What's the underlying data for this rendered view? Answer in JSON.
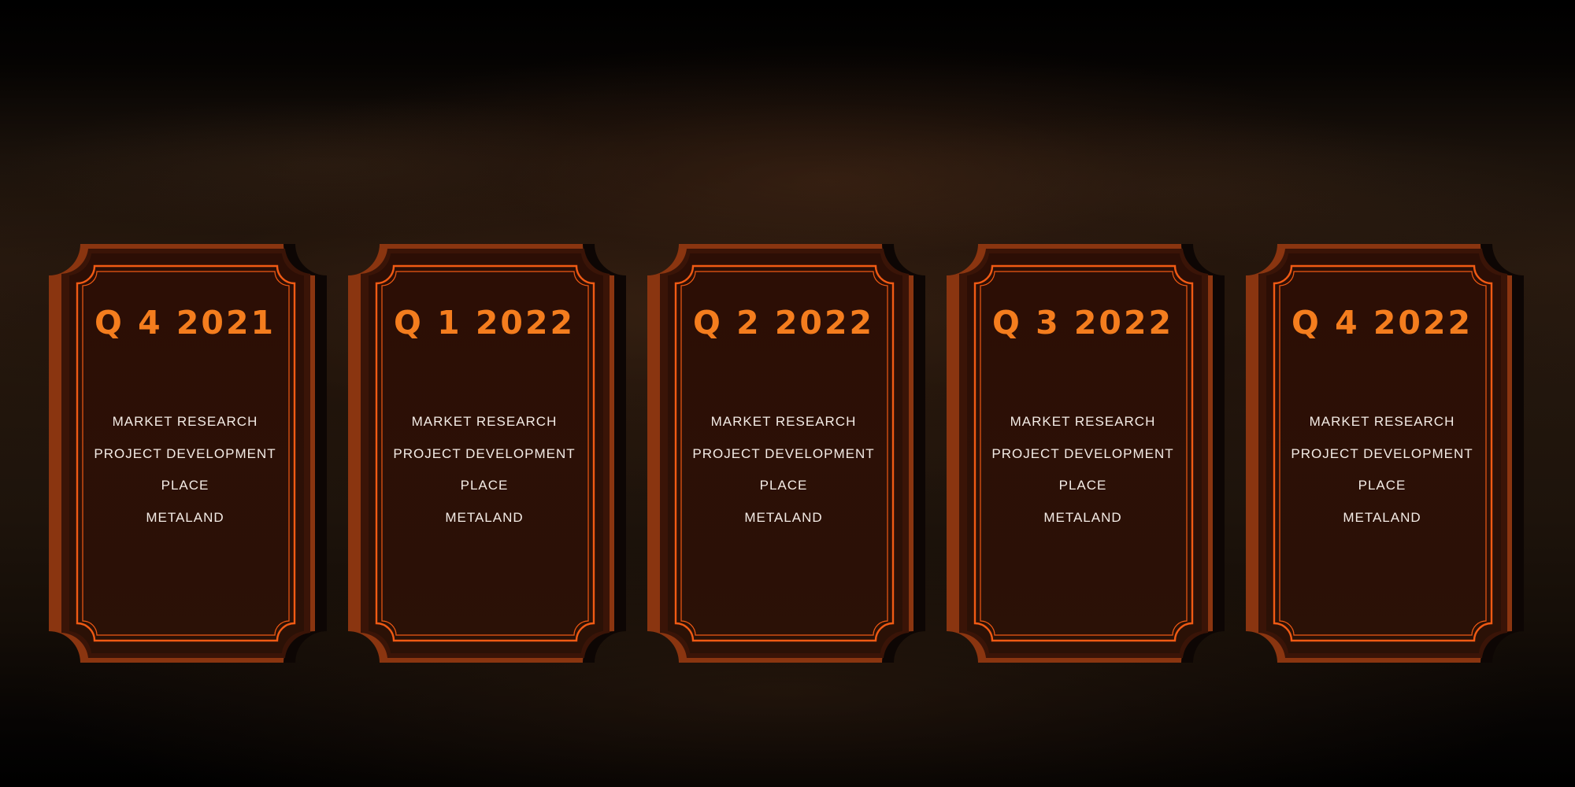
{
  "roadmap": {
    "cards": [
      {
        "title": "Q 4 2021",
        "items": [
          "MARKET RESEARCH",
          "PROJECT DEVELOPMENT",
          "PLACE",
          "METALAND"
        ]
      },
      {
        "title": "Q 1 2022",
        "items": [
          "MARKET RESEARCH",
          "PROJECT DEVELOPMENT",
          "PLACE",
          "METALAND"
        ]
      },
      {
        "title": "Q 2 2022",
        "items": [
          "MARKET RESEARCH",
          "PROJECT DEVELOPMENT",
          "PLACE",
          "METALAND"
        ]
      },
      {
        "title": "Q 3 2022",
        "items": [
          "MARKET RESEARCH",
          "PROJECT DEVELOPMENT",
          "PLACE",
          "METALAND"
        ]
      },
      {
        "title": "Q 4 2022",
        "items": [
          "MARKET RESEARCH",
          "PROJECT DEVELOPMENT",
          "PLACE",
          "METALAND"
        ]
      }
    ]
  },
  "colors": {
    "accent": "#f47d1e",
    "card_fill": "#2a0f06",
    "frame_edge": "#8a3510",
    "text": "#f4ece6"
  }
}
